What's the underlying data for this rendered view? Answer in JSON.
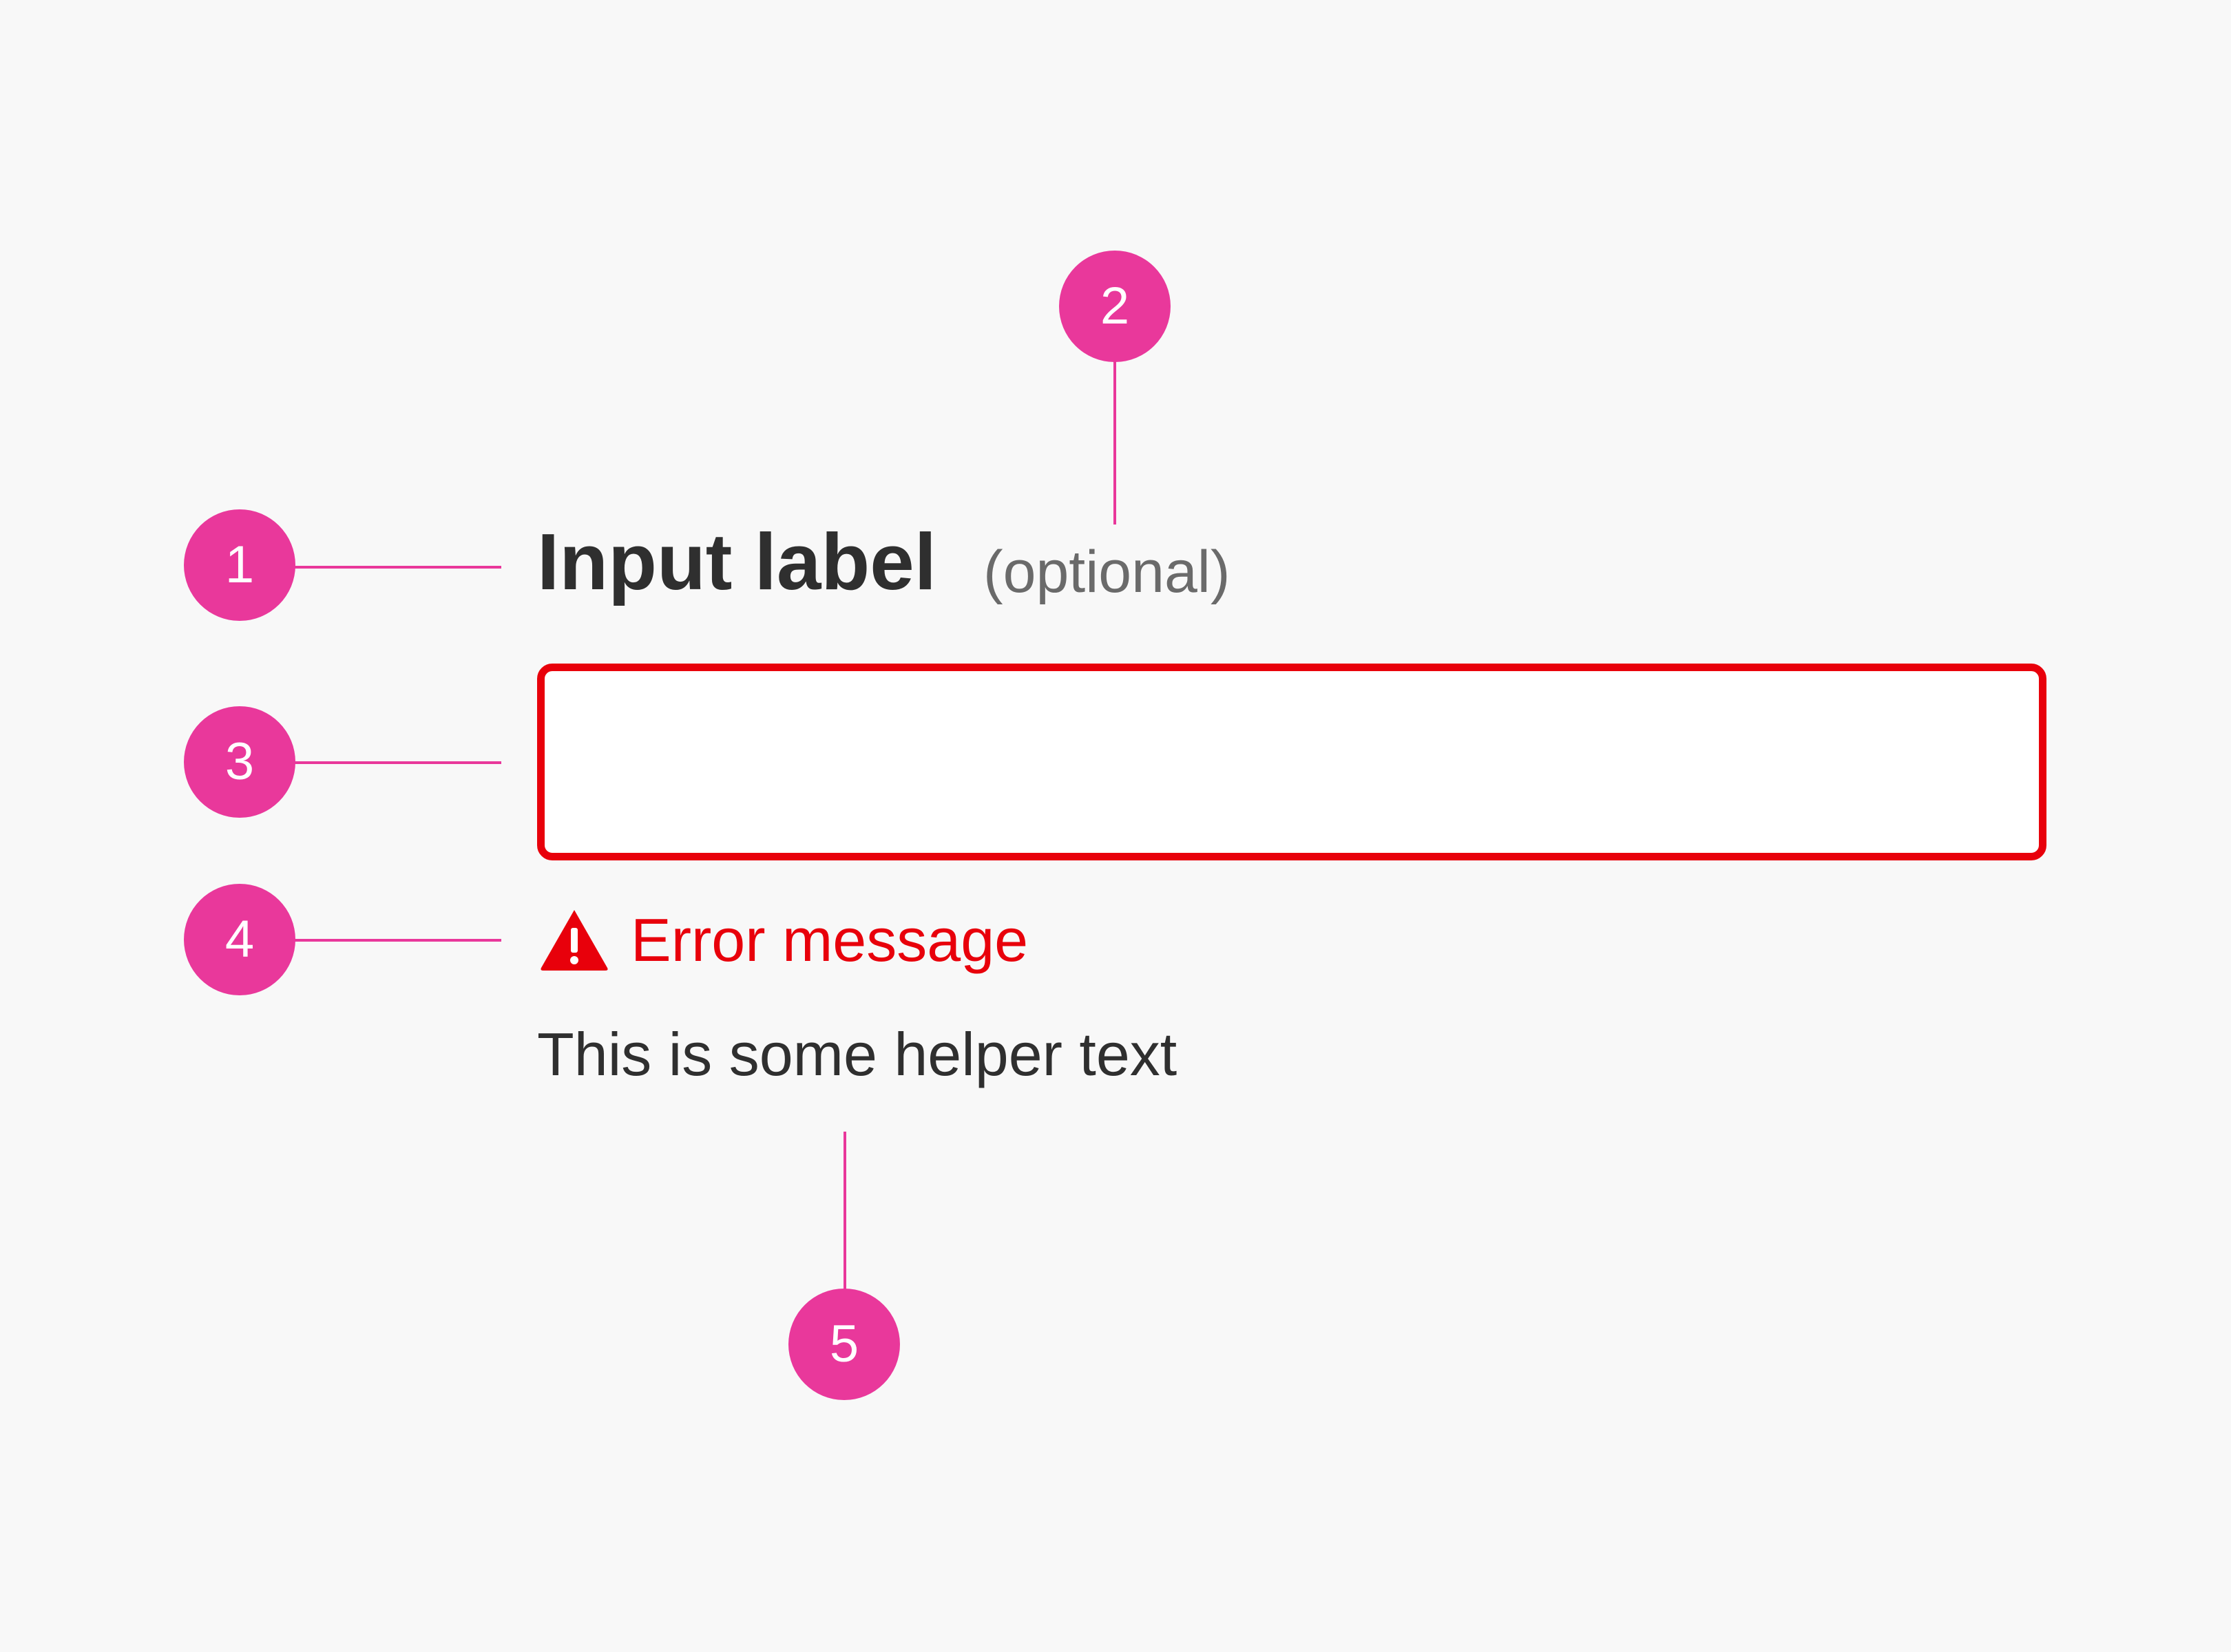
{
  "colors": {
    "background": "#f8f8f8",
    "callout": "#e9389b",
    "error": "#e8000b",
    "text": "#2f2f2f",
    "muted_text": "#6a6a6a",
    "input_background": "#ffffff"
  },
  "field": {
    "label": "Input label",
    "optional": "(optional)",
    "value": "",
    "error_icon": "warning-triangle-icon",
    "error_message": "Error message",
    "helper_text": "This is some helper text"
  },
  "callouts": {
    "label": "1",
    "optional": "2",
    "input": "3",
    "error": "4",
    "helper": "5"
  }
}
